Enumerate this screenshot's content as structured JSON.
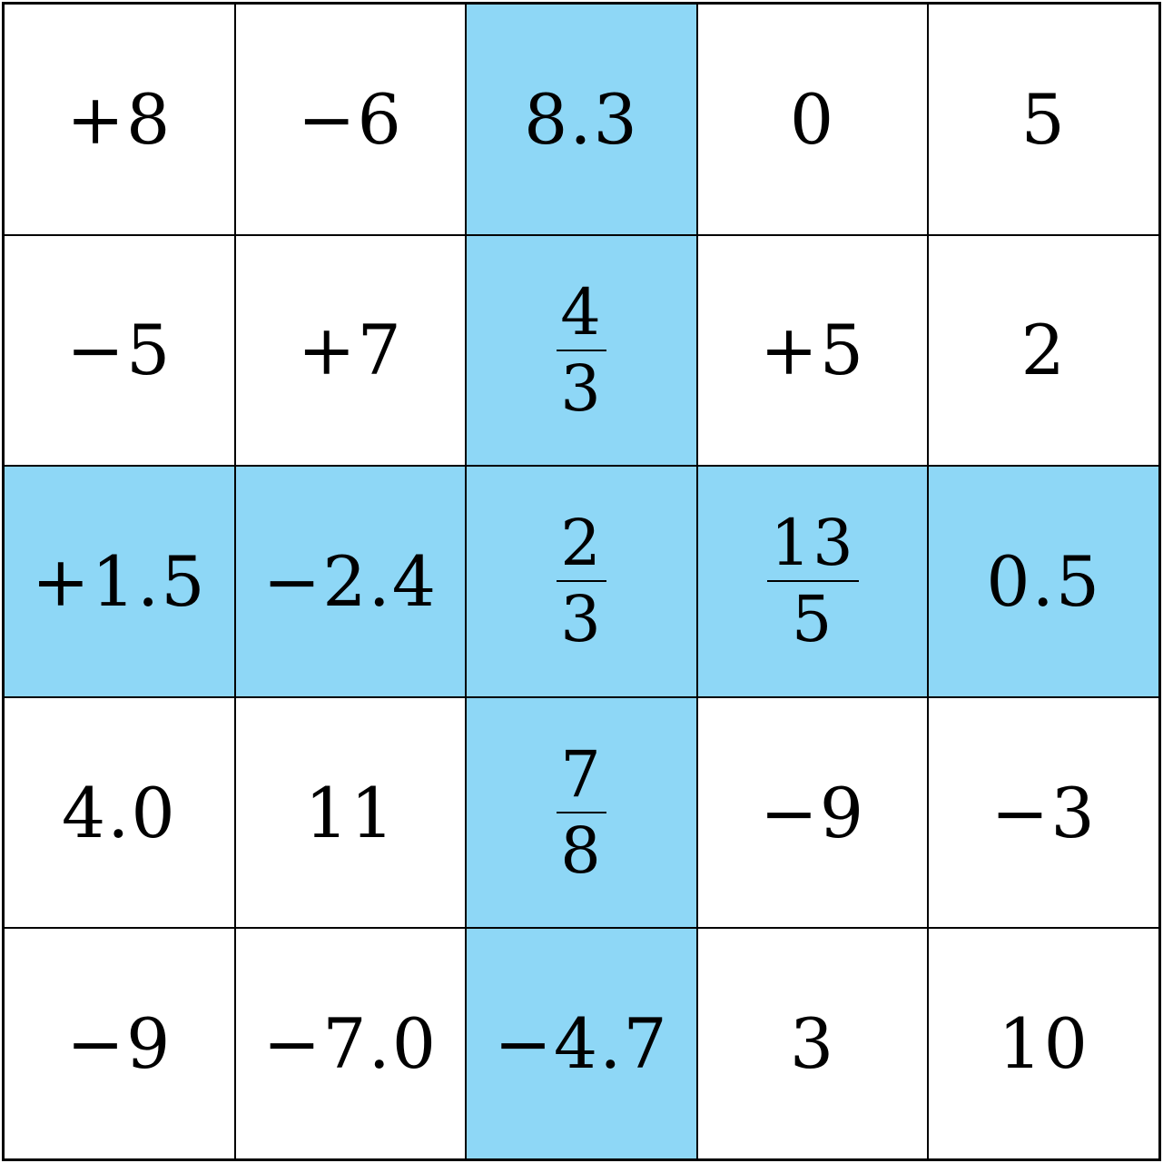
{
  "grid": {
    "rows": [
      [
        {
          "value": "+8",
          "highlight": false
        },
        {
          "value": "−6",
          "highlight": false
        },
        {
          "value": "8.3",
          "highlight": true
        },
        {
          "value": "0",
          "highlight": false
        },
        {
          "value": "5",
          "highlight": false
        }
      ],
      [
        {
          "value": "−5",
          "highlight": false
        },
        {
          "value": "+7",
          "highlight": false
        },
        {
          "num": "4",
          "den": "3",
          "highlight": true
        },
        {
          "value": "+5",
          "highlight": false
        },
        {
          "value": "2",
          "highlight": false
        }
      ],
      [
        {
          "value": "+1.5",
          "highlight": true
        },
        {
          "value": "−2.4",
          "highlight": true
        },
        {
          "num": "2",
          "den": "3",
          "highlight": true
        },
        {
          "num": "13",
          "den": "5",
          "highlight": true
        },
        {
          "value": "0.5",
          "highlight": true
        }
      ],
      [
        {
          "value": "4.0",
          "highlight": false
        },
        {
          "value": "11",
          "highlight": false
        },
        {
          "num": "7",
          "den": "8",
          "highlight": true
        },
        {
          "value": "−9",
          "highlight": false
        },
        {
          "value": "−3",
          "highlight": false
        }
      ],
      [
        {
          "value": "−9",
          "highlight": false
        },
        {
          "value": "−7.0",
          "highlight": false
        },
        {
          "value": "−4.7",
          "highlight": true
        },
        {
          "value": "3",
          "highlight": false
        },
        {
          "value": "10",
          "highlight": false
        }
      ]
    ]
  },
  "colors": {
    "highlight": "#8ed7f6",
    "background": "#ffffff",
    "border": "#000000"
  }
}
